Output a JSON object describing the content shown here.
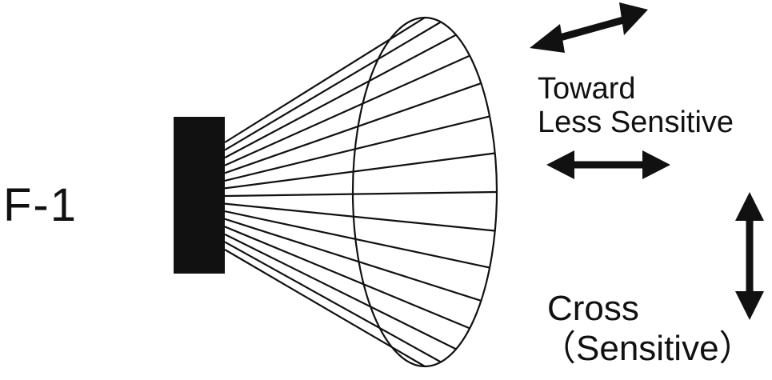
{
  "figure_label": "F-1",
  "labels": {
    "toward_line1": "Toward",
    "toward_line2": "Less Sensitive",
    "cross_line1": "Cross",
    "cross_line2": "（Sensitive）"
  },
  "colors": {
    "ink": "#111111",
    "background": "#ffffff"
  },
  "icons": [
    "diagonal-double-arrow-icon",
    "horizontal-double-arrow-icon",
    "vertical-double-arrow-icon"
  ]
}
